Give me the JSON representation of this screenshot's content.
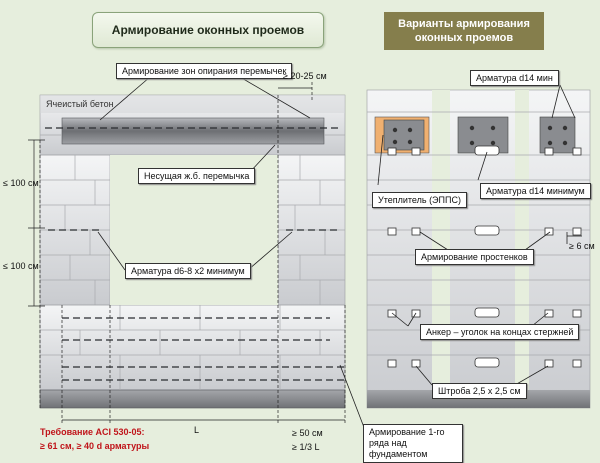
{
  "left_title": "Армирование оконных проемов",
  "right_title": "Варианты армирования оконных проемов",
  "labels": {
    "bearing_zone": "Армирование зон опирания перемычек",
    "aerated_concrete": "Ячеистый бетон",
    "lintel": "Несущая ж.б. перемычка",
    "rebar_min": "Арматура d6-8 x2 минимум",
    "first_row": "Армирование 1-го ряда над фундаментом"
  },
  "dimensions": {
    "overlap": "≥ 20-25 см",
    "h1": "≤ 100 см",
    "h2": "≤ 100 см",
    "L": "L",
    "end1": "≥ 50 см",
    "end2": "≥ 1/3 L"
  },
  "requirement": {
    "line1": "Требование ACI 530-05:",
    "line2": "≥ 61 см,  ≥ 40 d арматуры"
  },
  "variants": {
    "rebar_d14_min": "Арматура d14 мин",
    "insulation": "Утеплитель (ЭППС)",
    "rebar_d14_minimum": "Арматура d14 минимум",
    "pier_reinforcement": "Армирование простенков",
    "spacing": "≥ 6 см",
    "anchor": "Анкер – уголок на концах стержней",
    "groove": "Штроба 2,5 х 2,5 см"
  },
  "colors": {
    "background": "#e6eedd",
    "block": "#e3e4e6",
    "block_shade": "#c6c8cc",
    "title_right_bg": "#857e4c",
    "insulation": "#f0b070",
    "requirement": "#c0141a"
  }
}
